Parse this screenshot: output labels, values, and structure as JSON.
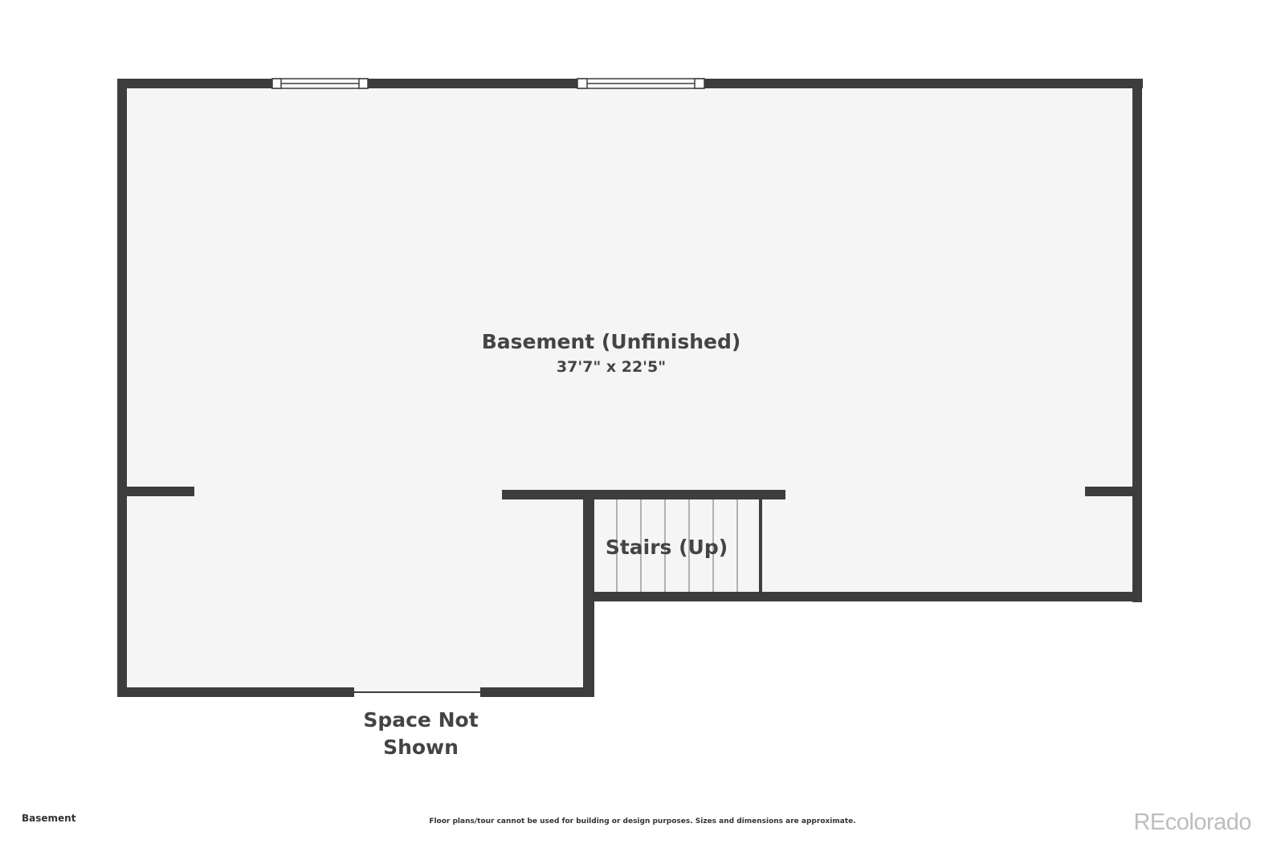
{
  "rooms": {
    "basement": {
      "name": "Basement (Unfinished)",
      "dimensions": "37'7\" x 22'5\""
    },
    "stairs": {
      "name": "Stairs (Up)"
    },
    "space_not_shown": {
      "line1": "Space Not",
      "line2": "Shown"
    }
  },
  "footer": {
    "floor_label": "Basement",
    "disclaimer": "Floor plans/tour cannot be used for building or design purposes. Sizes and dimensions are approximate.",
    "brand": "REcolorado"
  },
  "colors": {
    "wall": "#3d3d3d",
    "floor": "#f5f5f5",
    "text": "#444444",
    "brand": "#bdbdbd"
  }
}
